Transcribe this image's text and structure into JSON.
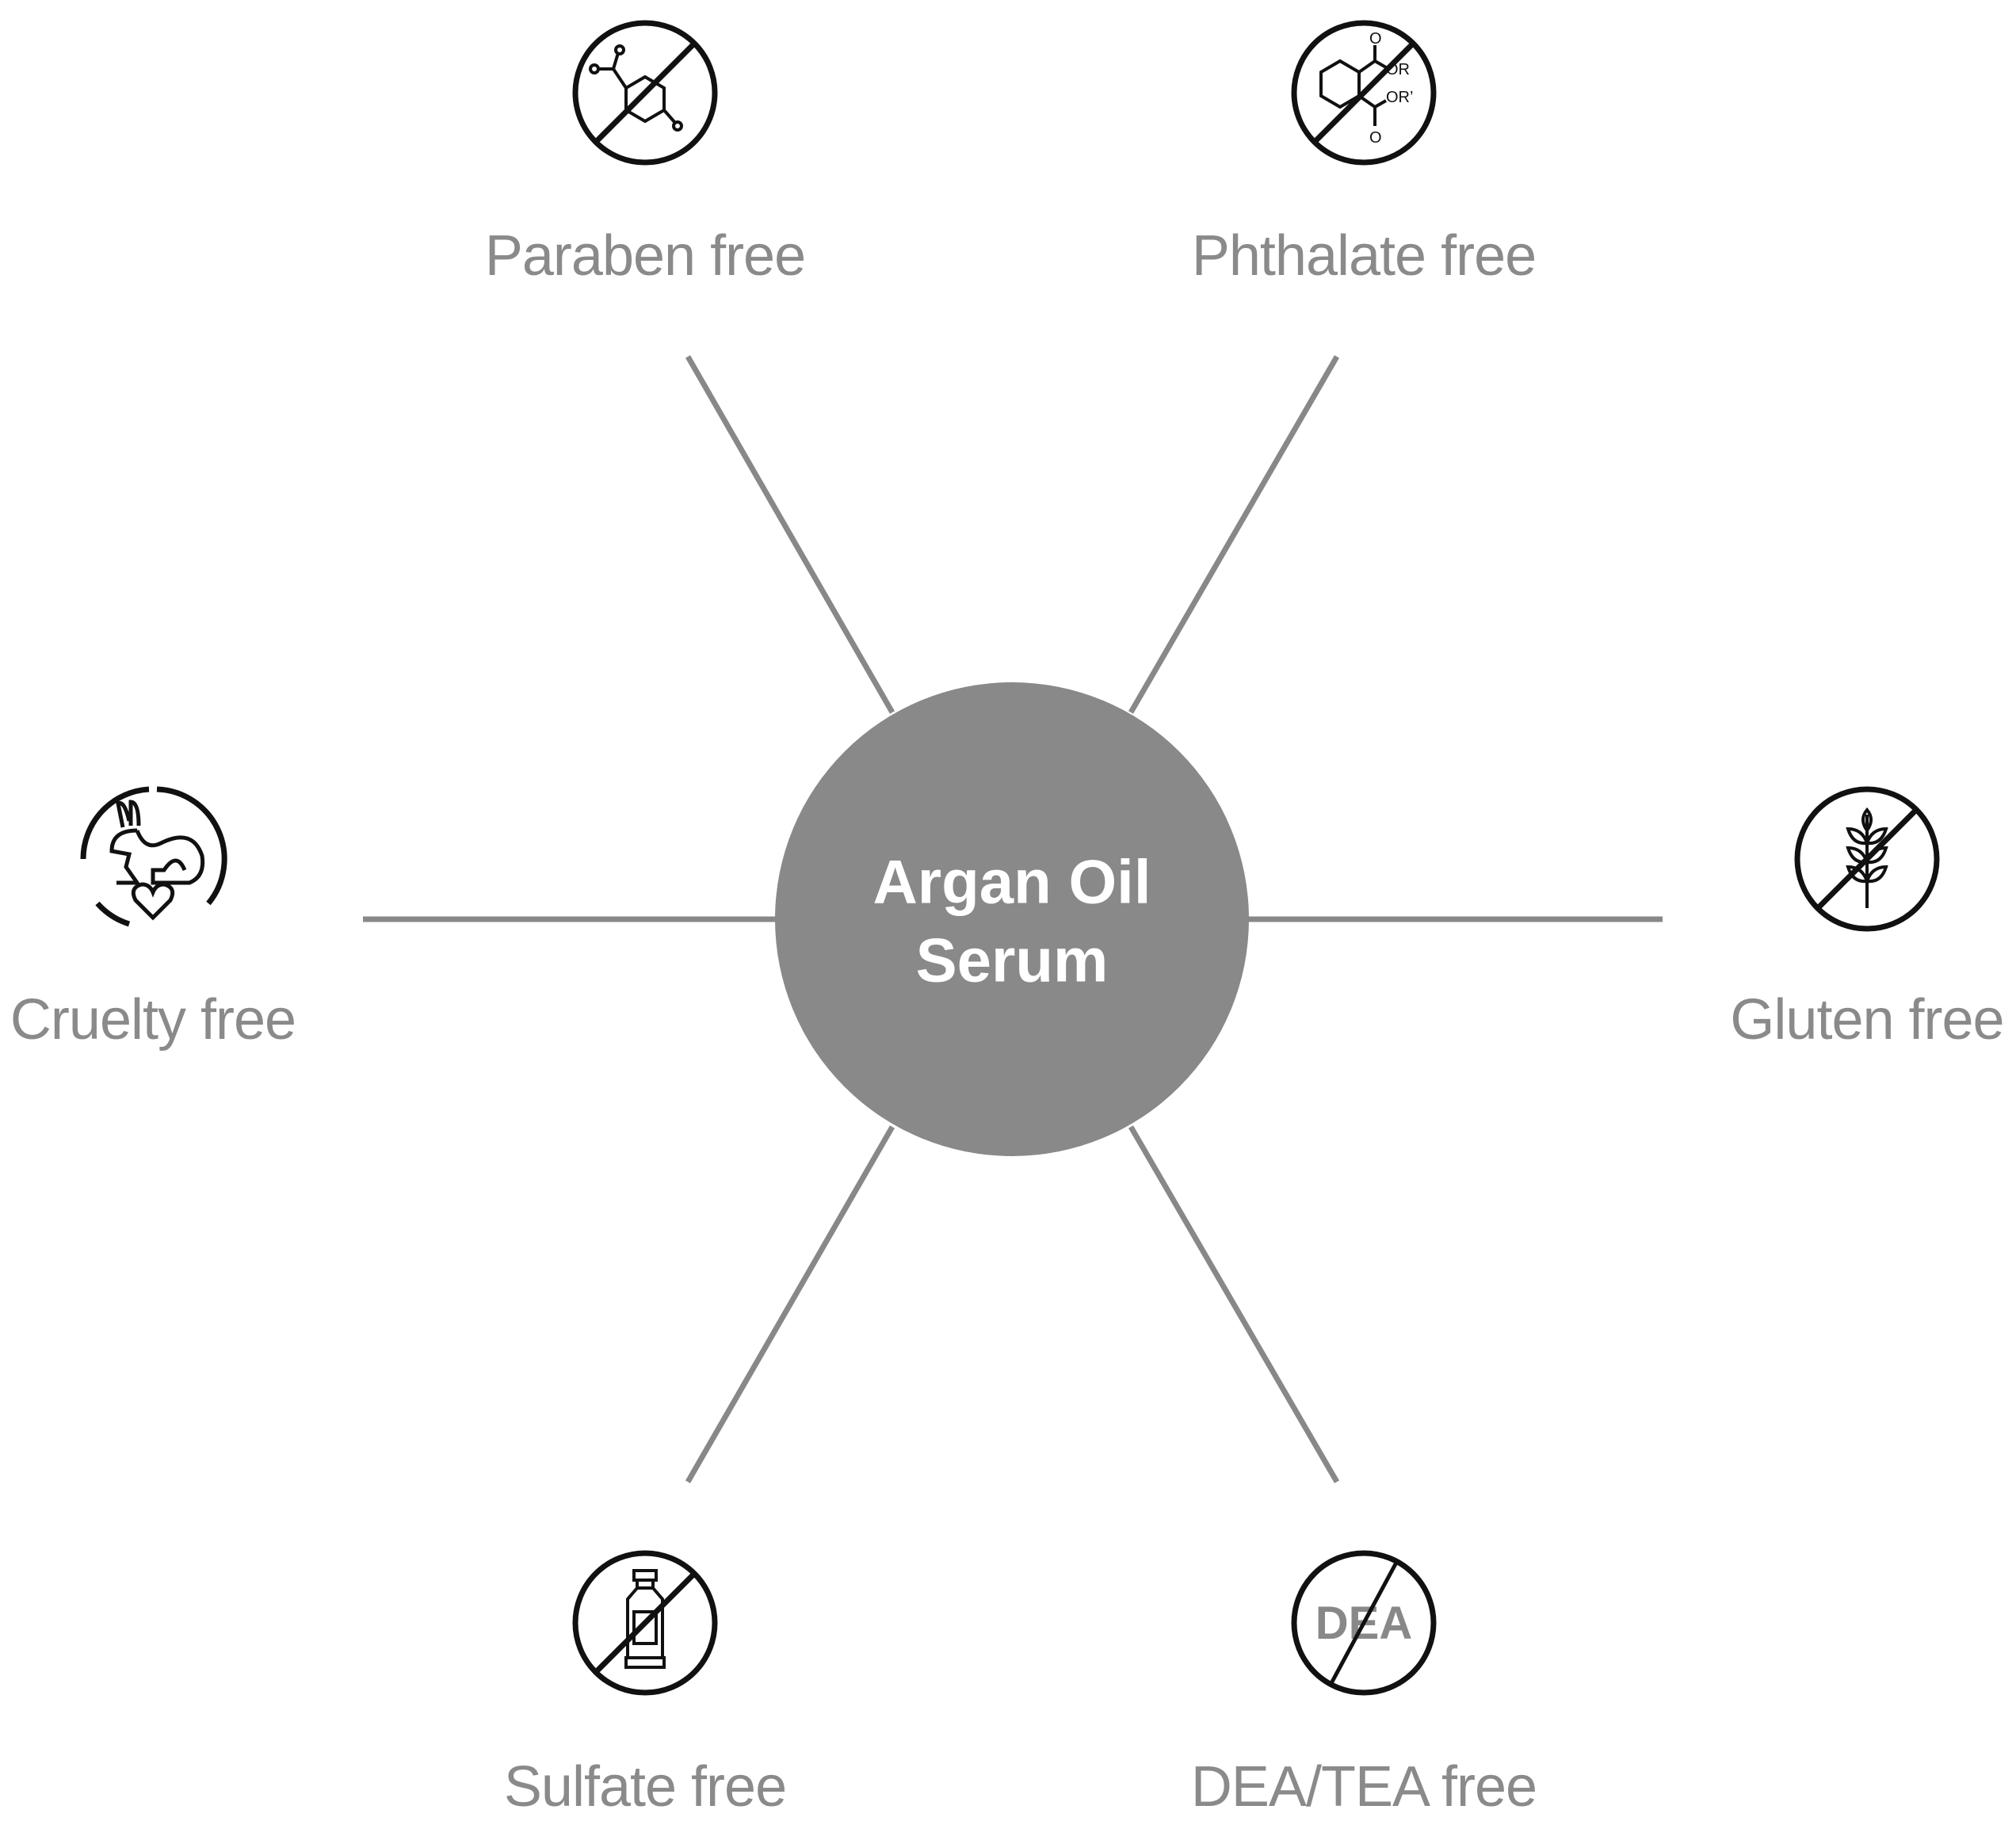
{
  "center": {
    "line1": "Argan Oil",
    "line2": "Serum",
    "color": "#888988"
  },
  "spoke_color": "#888888",
  "features": [
    {
      "label": "Paraben free",
      "icon": "paraben-free-icon"
    },
    {
      "label": "Phthalate free",
      "icon": "phthalate-free-icon",
      "icon_text": [
        "O",
        "OR",
        "OR’",
        "O"
      ]
    },
    {
      "label": "Cruelty free",
      "icon": "cruelty-free-rabbit-icon"
    },
    {
      "label": "Gluten free",
      "icon": "gluten-free-wheat-icon"
    },
    {
      "label": "Sulfate free",
      "icon": "sulfate-free-tube-icon"
    },
    {
      "label": "DEA/TEA free",
      "icon": "dea-free-icon",
      "icon_text": "DEA"
    }
  ]
}
